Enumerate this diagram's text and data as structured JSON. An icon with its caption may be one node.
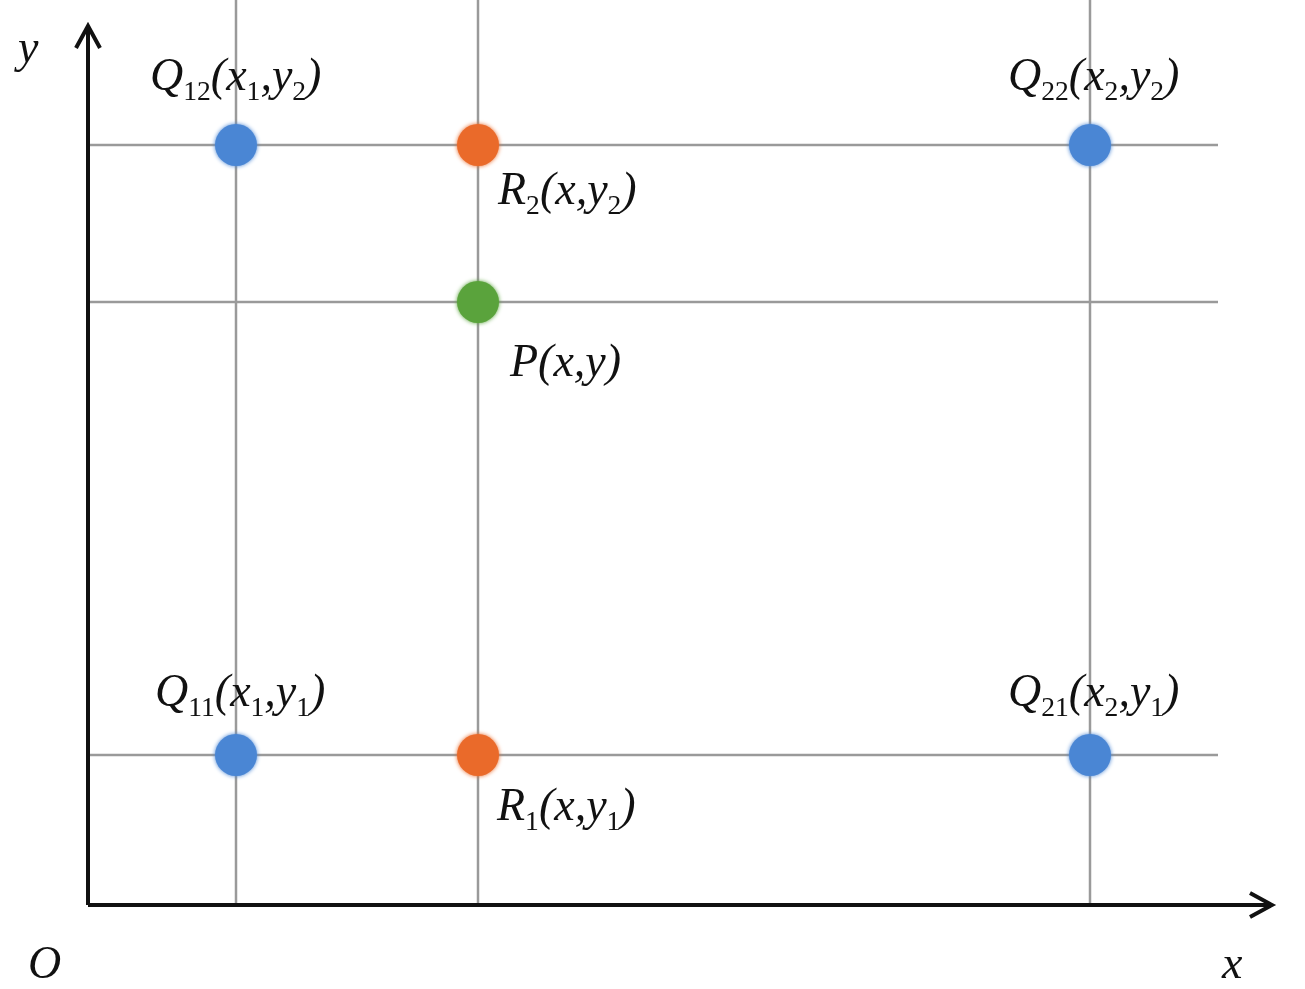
{
  "diagram": {
    "nodes": [
      {
        "text": [],
        "shape": "circle",
        "beside": [
          "Q$_{12}$(x$_{1}$,y$_{2}$)"
        ]
      },
      {
        "text": [],
        "shape": "circle",
        "beside": [
          "R$_{2}$(x,y$_{2}$)"
        ]
      },
      {
        "text": [],
        "shape": "circle",
        "beside": [
          "Q$_{22}$(x$_{2}$,y$_{2}$)"
        ]
      },
      {
        "text": [],
        "shape": "circle",
        "beside": [
          "P(x,y)"
        ]
      },
      {
        "text": [],
        "shape": "circle",
        "beside": [
          "Q$_{11}$(x$_{1}$,y$_{1}$)"
        ]
      },
      {
        "text": [],
        "shape": "circle",
        "beside": [
          "R$_{1}$(x,y$_{1}$)"
        ]
      },
      {
        "text": [],
        "shape": "circle",
        "beside": [
          "Q$_{21}$(x$_{2}$,y$_{1}$)"
        ]
      }
    ],
    "edges": [],
    "labels": [
      "y",
      "O",
      "x"
    ]
  }
}
